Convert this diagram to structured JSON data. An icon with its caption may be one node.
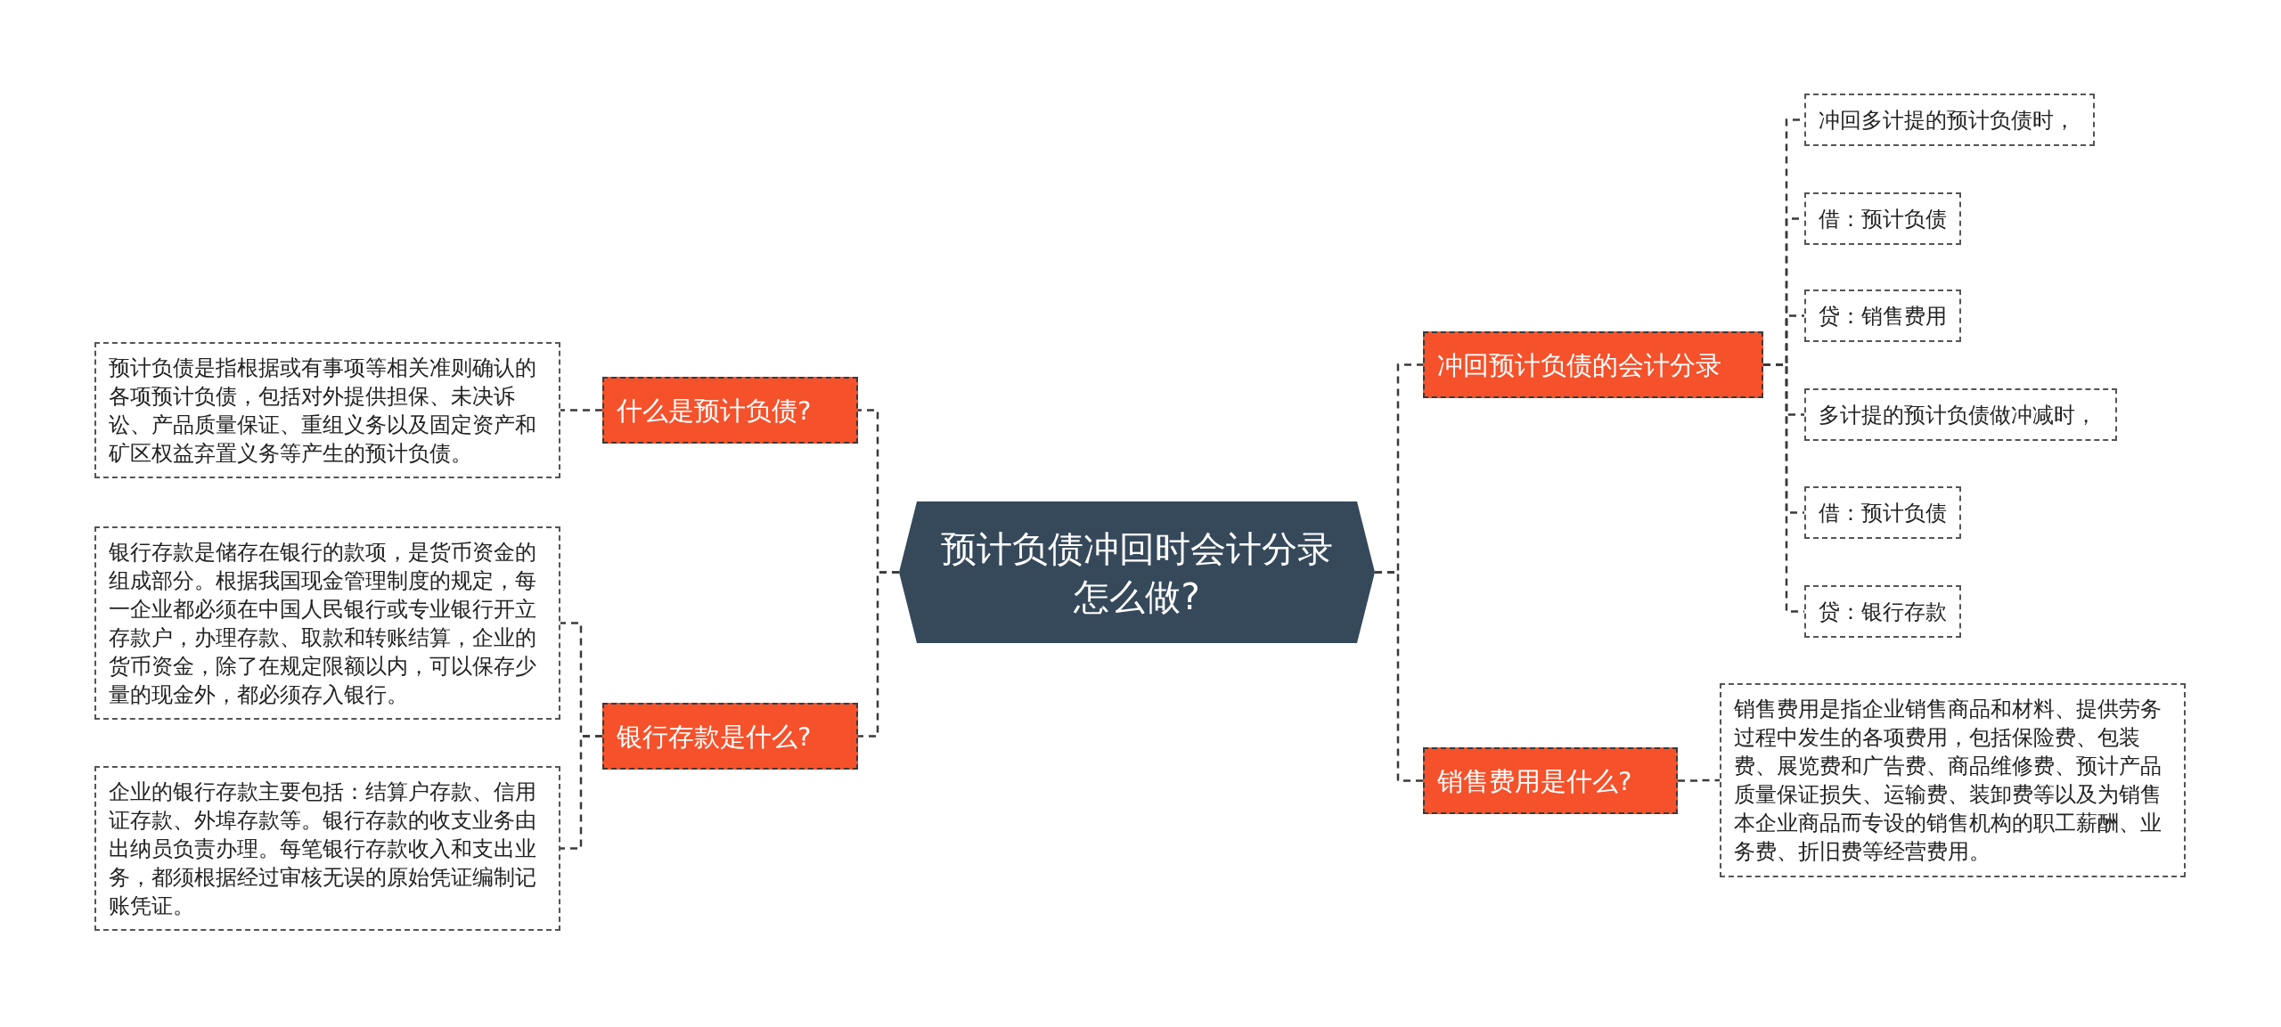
{
  "diagram": {
    "nodes": [
      {
        "text": [
          "预计负债冲回时会计分录怎么做?"
        ]
      },
      {
        "text": [
          "什么是预计负债?"
        ]
      },
      {
        "text": [
          "预计负债是指根据或有事项等相关准则确认的各项预计负债，包括对外提供担保、未决诉讼、产品质量保证、重组义务以及固定资产和矿区权益弃置义务等产生的预计负债。"
        ]
      },
      {
        "text": [
          "银行存款是什么?"
        ]
      },
      {
        "text": [
          "银行存款是储存在银行的款项，是货币资金的组成部分。根据我国现金管理制度的规定，每一企业都必须在中国人民银行或专业银行开立存款户，办理存款、取款和转账结算，企业的货币资金，除了在规定限额以内，可以保存少量的现金外，都必须存入银行。"
        ]
      },
      {
        "text": [
          "企业的银行存款主要包括：结算户存款、信用证存款、外埠存款等。银行存款的收支业务由出纳员负责办理。每笔银行存款收入和支出业务，都须根据经过审核无误的原始凭证编制记账凭证。"
        ]
      },
      {
        "text": [
          "冲回预计负债的会计分录"
        ]
      },
      {
        "text": [
          "冲回多计提的预计负债时，"
        ]
      },
      {
        "text": [
          "借：预计负债"
        ]
      },
      {
        "text": [
          "贷：销售费用"
        ]
      },
      {
        "text": [
          "多计提的预计负债做冲减时，"
        ]
      },
      {
        "text": [
          "借：预计负债"
        ]
      },
      {
        "text": [
          "贷：银行存款"
        ]
      },
      {
        "text": [
          "销售费用是什么?"
        ]
      },
      {
        "text": [
          "销售费用是指企业销售商品和材料、提供劳务过程中发生的各项费用，包括保险费、包装费、展览费和广告费、商品维修费、预计产品质量保证损失、运输费、装卸费等以及为销售本企业商品而专设的销售机构的职工薪酬、业务费、折旧费等经营费用。"
        ]
      }
    ],
    "edges": [
      {
        "from": 0,
        "to": 1,
        "arrow": "none",
        "style": "dashed"
      },
      {
        "from": 1,
        "to": 2,
        "arrow": "none",
        "style": "dashed"
      },
      {
        "from": 0,
        "to": 3,
        "arrow": "none",
        "style": "dashed"
      },
      {
        "from": 3,
        "to": 4,
        "arrow": "none",
        "style": "dashed"
      },
      {
        "from": 3,
        "to": 5,
        "arrow": "none",
        "style": "dashed"
      },
      {
        "from": 0,
        "to": 6,
        "arrow": "none",
        "style": "dashed"
      },
      {
        "from": 6,
        "to": 7,
        "arrow": "none",
        "style": "dashed"
      },
      {
        "from": 6,
        "to": 8,
        "arrow": "none",
        "style": "dashed"
      },
      {
        "from": 6,
        "to": 9,
        "arrow": "none",
        "style": "dashed"
      },
      {
        "from": 6,
        "to": 10,
        "arrow": "none",
        "style": "dashed"
      },
      {
        "from": 6,
        "to": 11,
        "arrow": "none",
        "style": "dashed"
      },
      {
        "from": 6,
        "to": 12,
        "arrow": "none",
        "style": "dashed"
      },
      {
        "from": 0,
        "to": 13,
        "arrow": "none",
        "style": "dashed"
      },
      {
        "from": 13,
        "to": 14,
        "arrow": "none",
        "style": "dashed"
      }
    ]
  }
}
